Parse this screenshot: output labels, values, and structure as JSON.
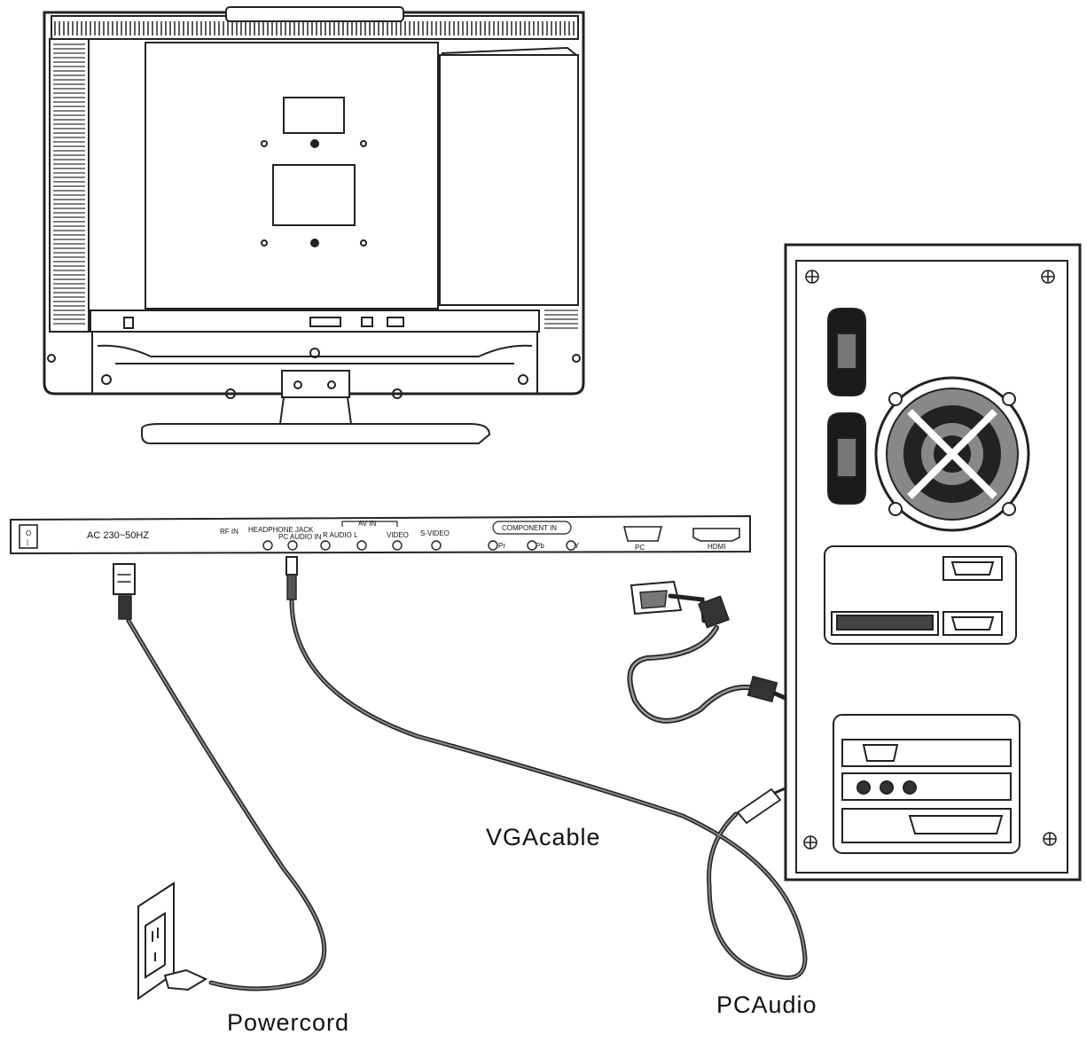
{
  "panel": {
    "ac_label": "AC 230~50HZ",
    "headphone_label": "HEADPHONE JACK",
    "pc_audio_in_label": "PC AUDIO IN",
    "rf_label": "RF IN",
    "av_in_label": "AV IN",
    "audio_label": "R  AUDIO  L",
    "video_label": "VIDEO",
    "svideo_label": "S-VIDEO",
    "component_label": "COMPONENT IN",
    "pr_label": "Pr",
    "pb_label": "Pb",
    "y_label": "Y",
    "pc_label": "PC",
    "hdmi_label": "HDMI"
  },
  "labels": {
    "vga_cable": "VGAcable",
    "power_cord": "Powercord",
    "pc_audio": "PCAudio"
  },
  "icons": [
    "tv-rear-view",
    "power-socket",
    "vga-connector",
    "audio-jack",
    "wall-outlet",
    "computer-case",
    "fan-grille"
  ]
}
